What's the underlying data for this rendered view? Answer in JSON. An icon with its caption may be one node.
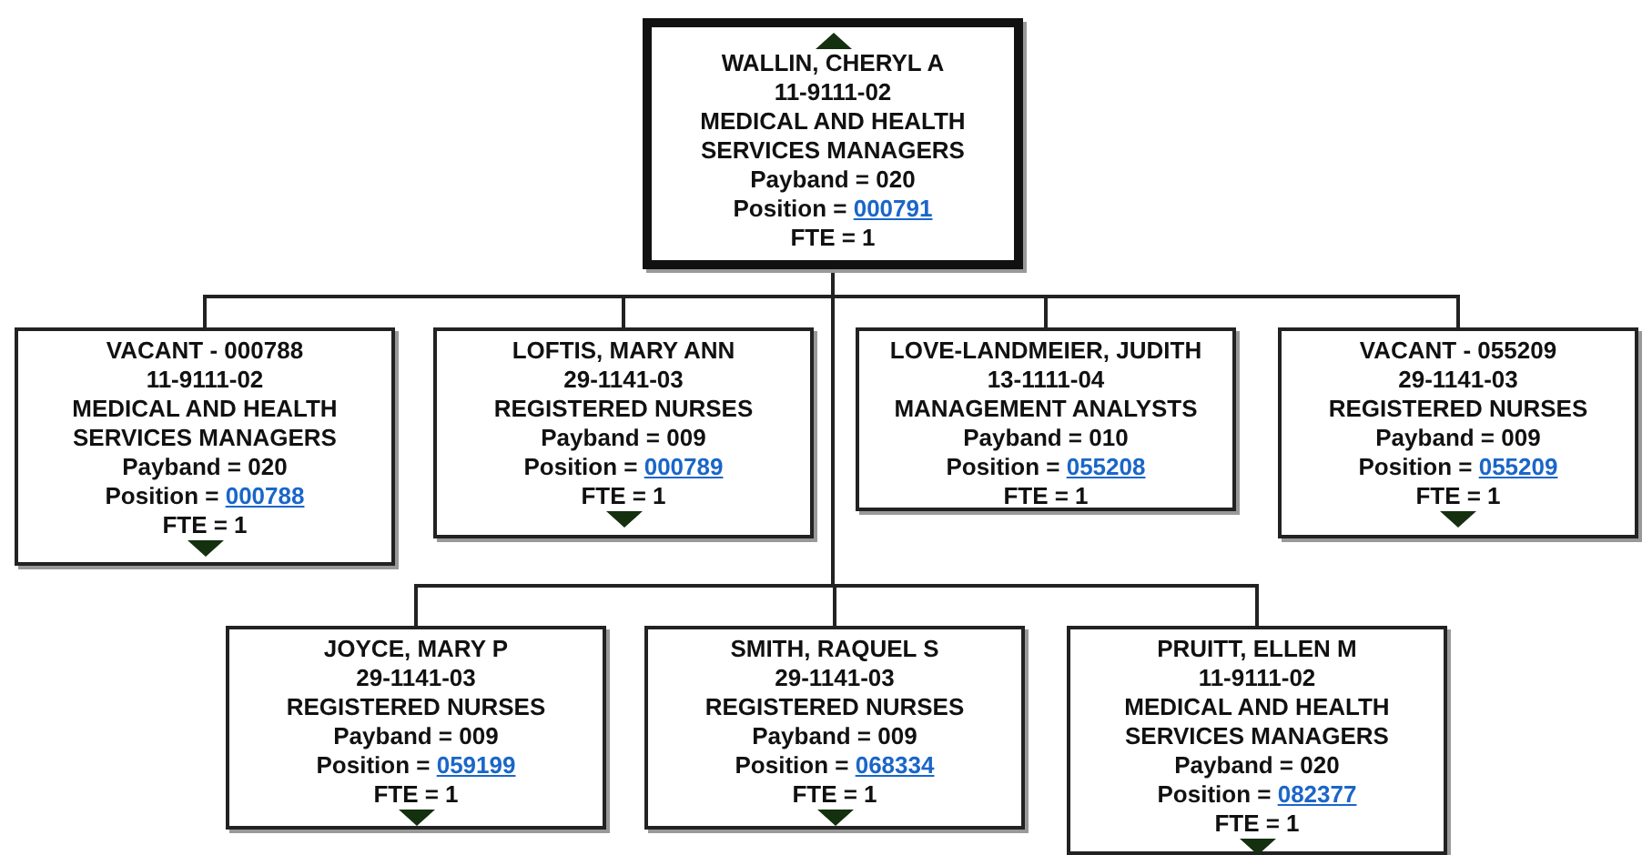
{
  "diagram": {
    "nodes": [
      {
        "text": [
          "WALLIN, CHERYL A",
          "11-9111-02",
          "MEDICAL AND HEALTH SERVICES MANAGERS",
          "Payband = 020",
          "Position = 000791",
          "FTE = 1"
        ]
      },
      {
        "text": [
          "VACANT - 000788",
          "11-9111-02",
          "MEDICAL AND HEALTH SERVICES MANAGERS",
          "Payband = 020",
          "Position = 000788",
          "FTE = 1"
        ]
      },
      {
        "text": [
          "LOFTIS, MARY ANN",
          "29-1141-03",
          "REGISTERED NURSES",
          "Payband = 009",
          "Position = 000789",
          "FTE = 1"
        ]
      },
      {
        "text": [
          "LOVE-LANDMEIER, JUDITH",
          "13-1111-04",
          "MANAGEMENT ANALYSTS",
          "Payband = 010",
          "Position = 055208",
          "FTE = 1"
        ]
      },
      {
        "text": [
          "VACANT - 055209",
          "29-1141-03",
          "REGISTERED NURSES",
          "Payband = 009",
          "Position = 055209",
          "FTE = 1"
        ]
      },
      {
        "text": [
          "JOYCE, MARY P",
          "29-1141-03",
          "REGISTERED NURSES",
          "Payband = 009",
          "Position = 059199",
          "FTE = 1"
        ]
      },
      {
        "text": [
          "SMITH, RAQUEL S",
          "29-1141-03",
          "REGISTERED NURSES",
          "Payband = 009",
          "Position = 068334",
          "FTE = 1"
        ]
      },
      {
        "text": [
          "PRUITT, ELLEN M",
          "11-9111-02",
          "MEDICAL AND HEALTH SERVICES MANAGERS",
          "Payband = 020",
          "Position = 082377",
          "FTE = 1"
        ]
      }
    ],
    "edges": [
      {
        "from": 0,
        "to": 1,
        "arrow": "none"
      },
      {
        "from": 0,
        "to": 2,
        "arrow": "none"
      },
      {
        "from": 0,
        "to": 3,
        "arrow": "none"
      },
      {
        "from": 0,
        "to": 4,
        "arrow": "none"
      },
      {
        "from": 0,
        "to": 5,
        "arrow": "none"
      },
      {
        "from": 0,
        "to": 6,
        "arrow": "none"
      },
      {
        "from": 0,
        "to": 7,
        "arrow": "none"
      }
    ]
  }
}
